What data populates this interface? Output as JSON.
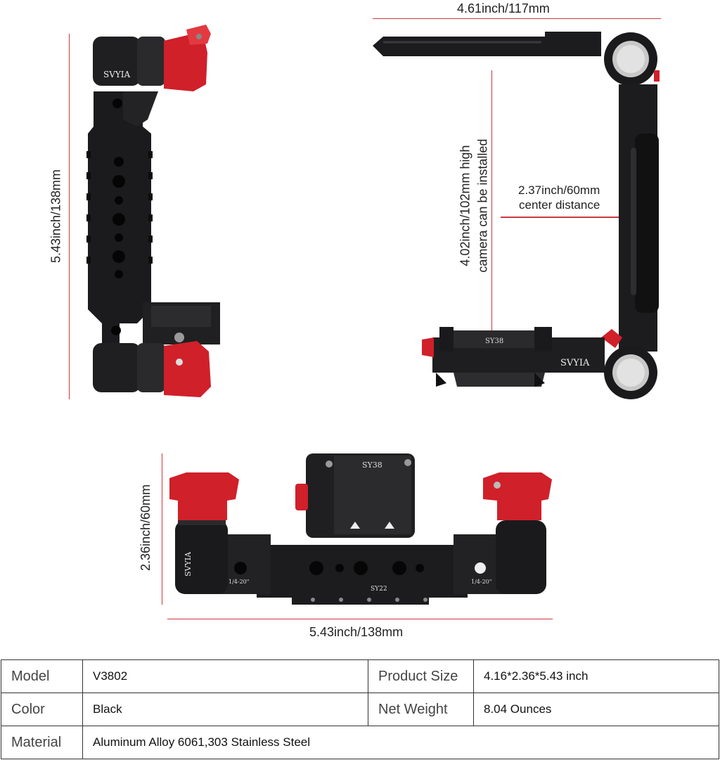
{
  "brand": {
    "logo_text": "SVYIA",
    "plate_label": "SY38",
    "rail_label": "SY22",
    "thread_label": "1/4-20\""
  },
  "dimensions": {
    "side_height": "5.43inch/138mm",
    "top_width": "4.61inch/117mm",
    "camera_height_line1": "4.02inch/102mm high",
    "camera_height_line2": "camera can be installed",
    "center_distance_line1": "2.37inch/60mm",
    "center_distance_line2": "center distance",
    "bottom_height": "2.36inch/60mm",
    "bottom_width": "5.43inch/138mm"
  },
  "specs": {
    "model_label": "Model",
    "model_value": "V3802",
    "size_label": "Product Size",
    "size_value": "4.16*2.36*5.43 inch",
    "color_label": "Color",
    "color_value": "Black",
    "weight_label": "Net Weight",
    "weight_value": "8.04 Ounces",
    "material_label": "Material",
    "material_value": "Aluminum Alloy 6061,303 Stainless Steel"
  },
  "colors": {
    "accent_red": "#d0202a",
    "body_black": "#1c1c1e",
    "dim_line": "#c9383c"
  }
}
